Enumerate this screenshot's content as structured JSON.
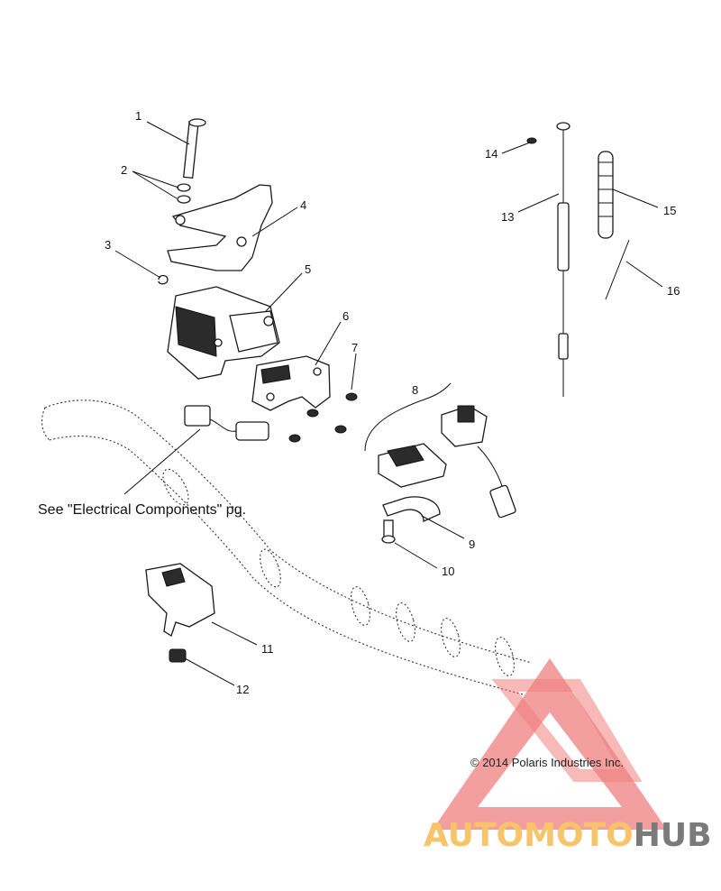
{
  "callouts": [
    {
      "id": "1",
      "label": "1"
    },
    {
      "id": "2",
      "label": "2"
    },
    {
      "id": "3",
      "label": "3"
    },
    {
      "id": "4",
      "label": "4"
    },
    {
      "id": "5",
      "label": "5"
    },
    {
      "id": "6",
      "label": "6"
    },
    {
      "id": "7",
      "label": "7"
    },
    {
      "id": "8",
      "label": "8"
    },
    {
      "id": "9",
      "label": "9"
    },
    {
      "id": "10",
      "label": "10"
    },
    {
      "id": "11",
      "label": "11"
    },
    {
      "id": "12",
      "label": "12"
    },
    {
      "id": "13",
      "label": "13"
    },
    {
      "id": "14",
      "label": "14"
    },
    {
      "id": "15",
      "label": "15"
    },
    {
      "id": "16",
      "label": "16"
    }
  ],
  "reference_note": "See \"Electrical Components\" pg.",
  "copyright": "© 2014 Polaris Industries Inc.",
  "watermark": {
    "text_part1": "AUTOMOTO",
    "text_part2": "HUB",
    "color_part1": "#f7c46c",
    "color_part2": "#7a7a7a",
    "triangle_color": "#ee6a6a"
  }
}
